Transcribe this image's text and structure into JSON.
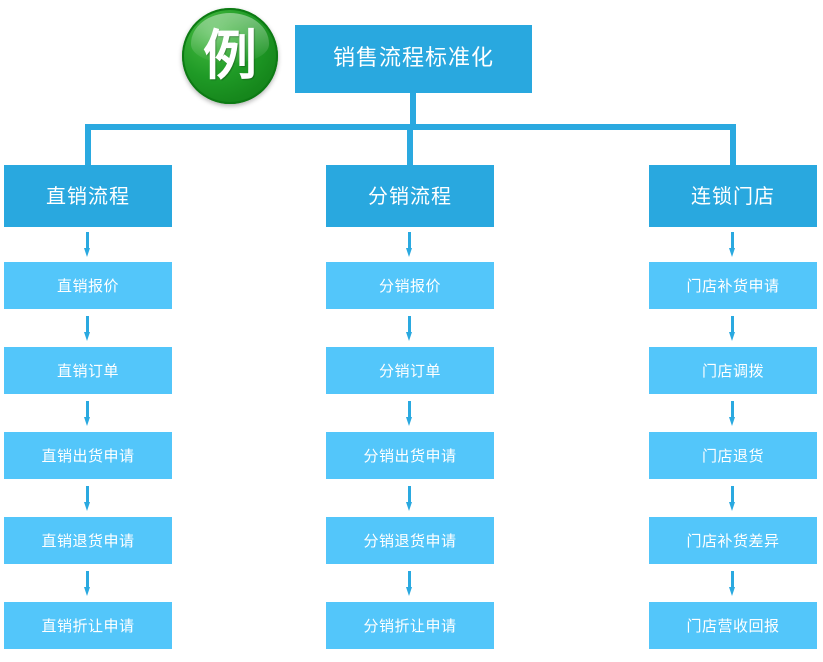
{
  "diagram": {
    "badge": {
      "label": "例",
      "color": "#1f9a26",
      "icon": "example-badge-icon"
    },
    "title": "销售流程标准化",
    "accent_header_color": "#29a8df",
    "accent_cell_color": "#53c6fa",
    "connector_color": "#2aa9e0",
    "columns": [
      {
        "header": "直销流程",
        "steps": [
          "直销报价",
          "直销订单",
          "直销出货申请",
          "直销退货申请",
          "直销折让申请"
        ]
      },
      {
        "header": "分销流程",
        "steps": [
          "分销报价",
          "分销订单",
          "分销出货申请",
          "分销退货申请",
          "分销折让申请"
        ]
      },
      {
        "header": "连锁门店",
        "steps": [
          "门店补货申请",
          "门店调拨",
          "门店退货",
          "门店补货差异",
          "门店营收回报"
        ]
      }
    ]
  }
}
